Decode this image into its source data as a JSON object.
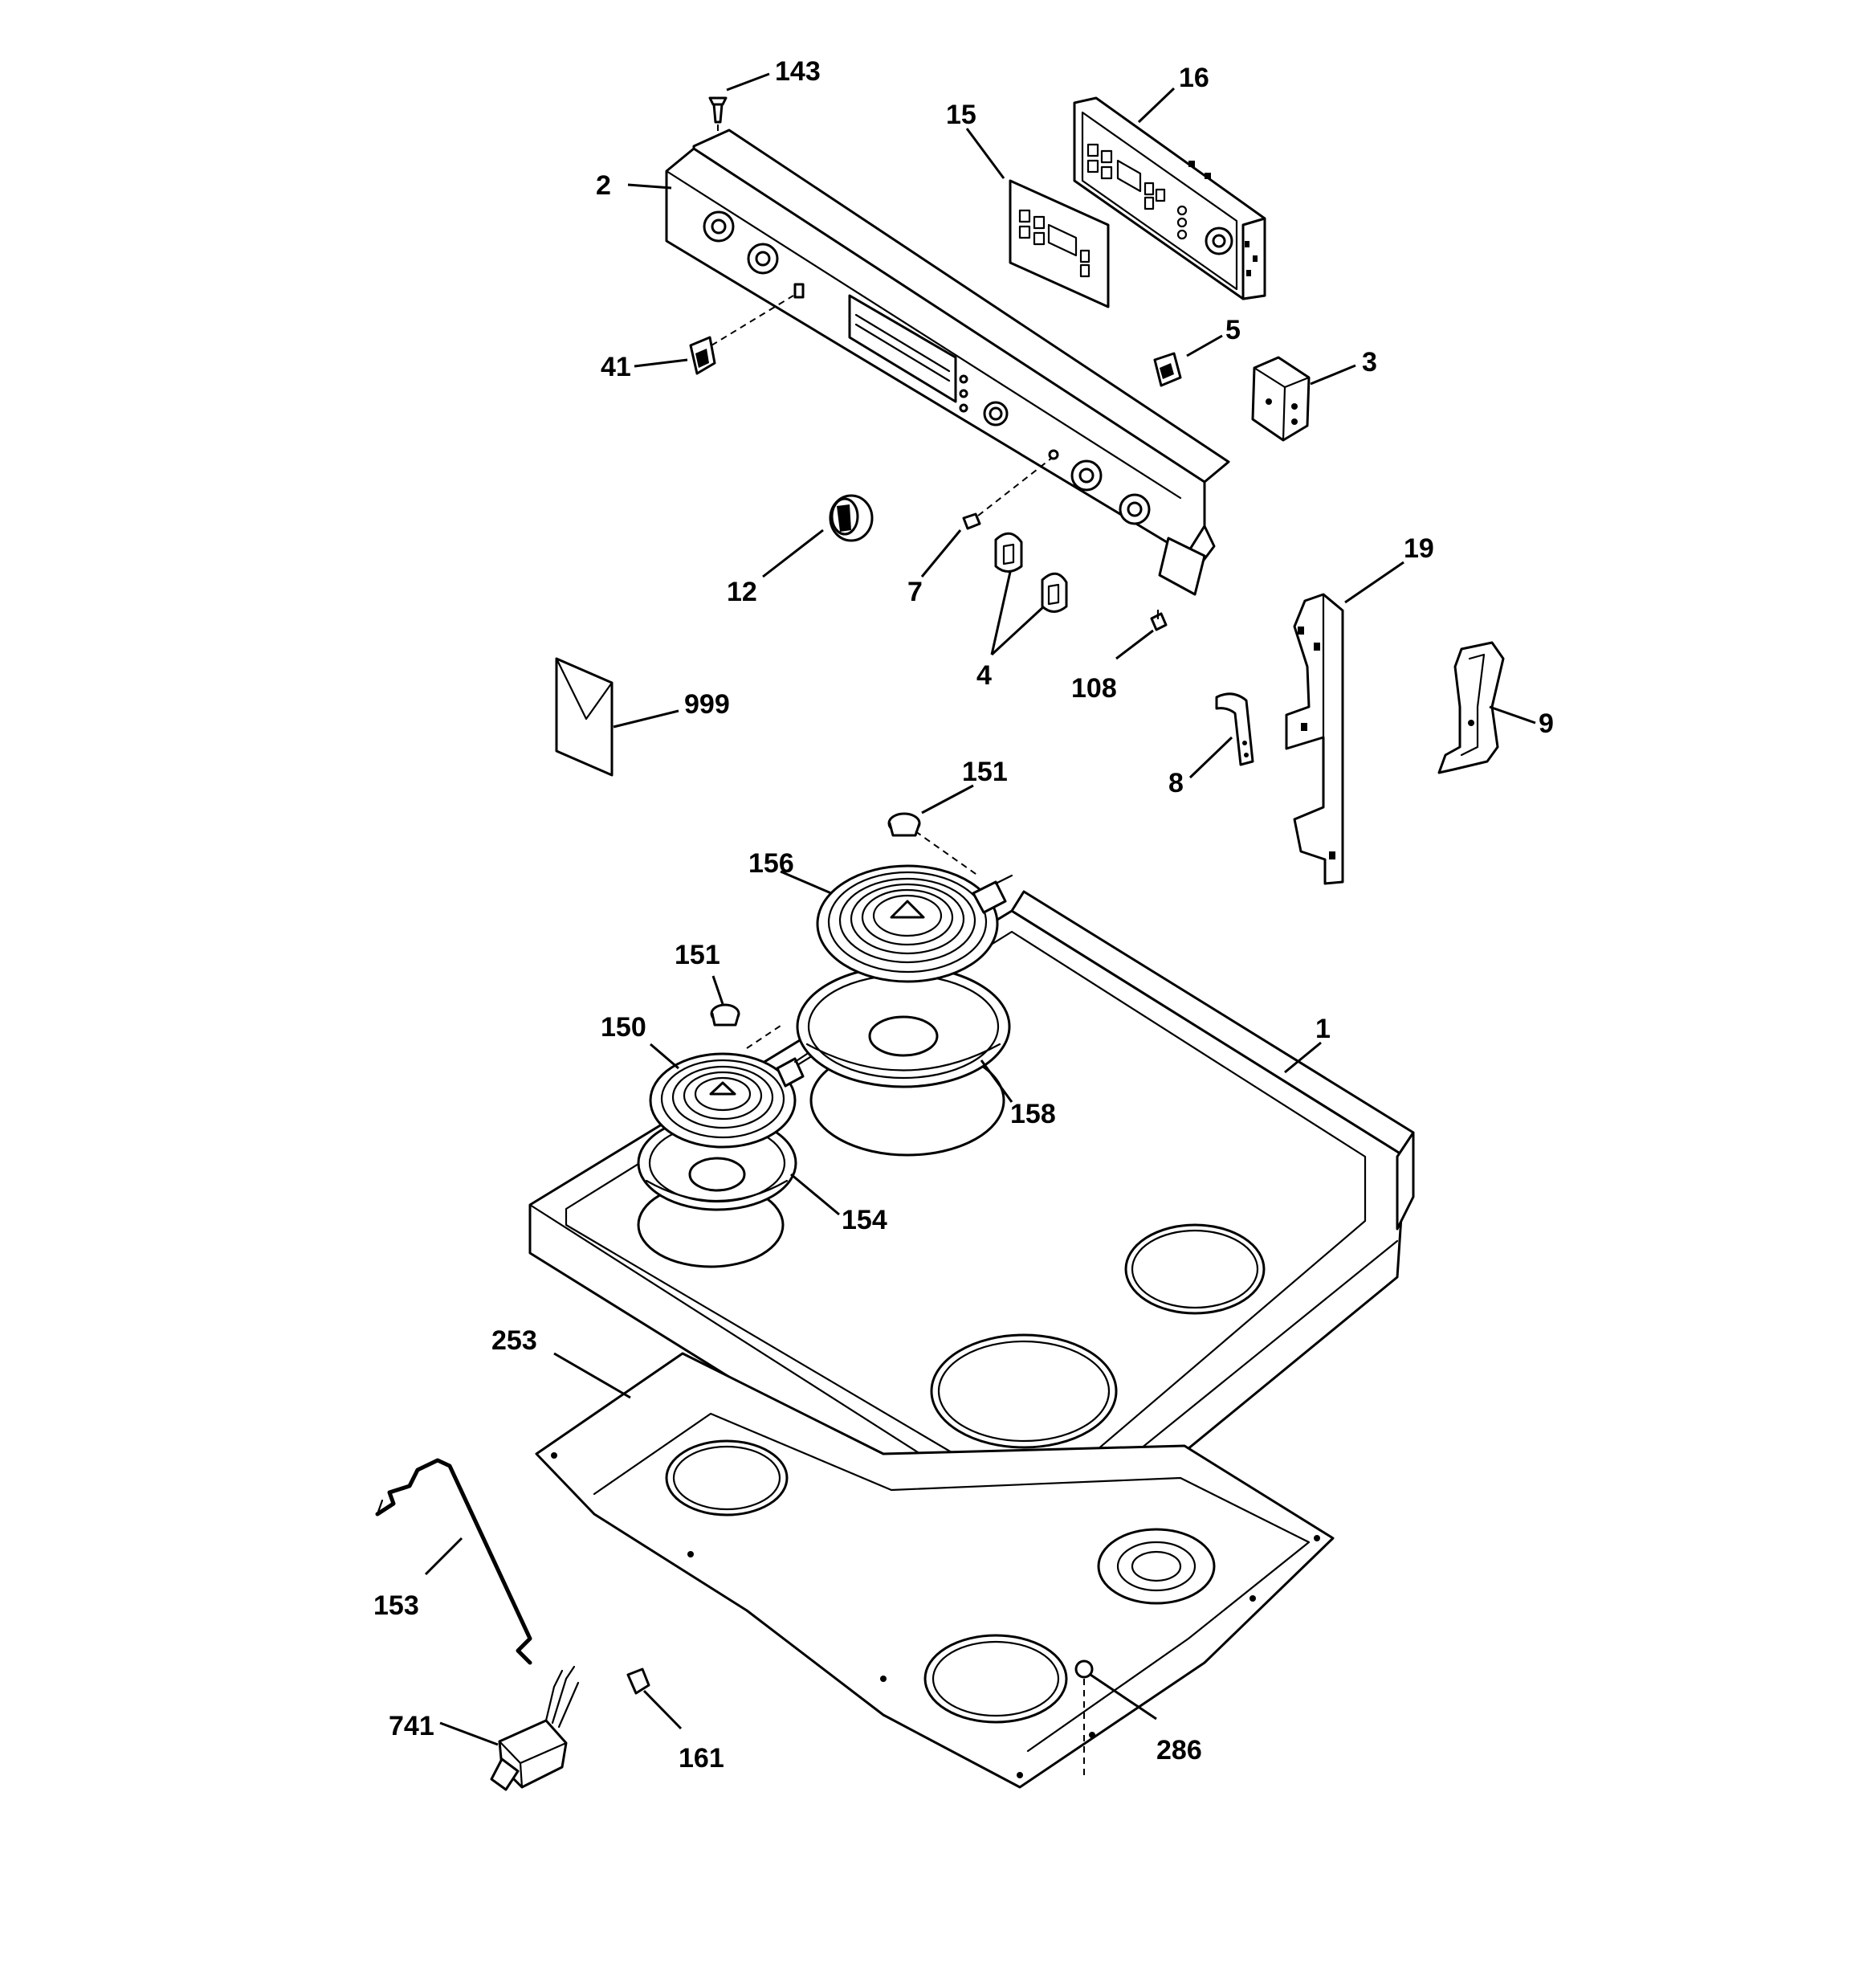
{
  "diagram": {
    "callouts": [
      {
        "id": "c143",
        "text": "143"
      },
      {
        "id": "c16",
        "text": "16"
      },
      {
        "id": "c15",
        "text": "15"
      },
      {
        "id": "c2",
        "text": "2"
      },
      {
        "id": "c5",
        "text": "5"
      },
      {
        "id": "c3",
        "text": "3"
      },
      {
        "id": "c41",
        "text": "41"
      },
      {
        "id": "c12",
        "text": "12"
      },
      {
        "id": "c7",
        "text": "7"
      },
      {
        "id": "c4",
        "text": "4"
      },
      {
        "id": "c108",
        "text": "108"
      },
      {
        "id": "c19",
        "text": "19"
      },
      {
        "id": "c9",
        "text": "9"
      },
      {
        "id": "c8",
        "text": "8"
      },
      {
        "id": "c999",
        "text": "999"
      },
      {
        "id": "c151a",
        "text": "151"
      },
      {
        "id": "c156",
        "text": "156"
      },
      {
        "id": "c151b",
        "text": "151"
      },
      {
        "id": "c150",
        "text": "150"
      },
      {
        "id": "c1",
        "text": "1"
      },
      {
        "id": "c158",
        "text": "158"
      },
      {
        "id": "c154",
        "text": "154"
      },
      {
        "id": "c253",
        "text": "253"
      },
      {
        "id": "c153",
        "text": "153"
      },
      {
        "id": "c741",
        "text": "741"
      },
      {
        "id": "c161",
        "text": "161"
      },
      {
        "id": "c286",
        "text": "286"
      }
    ]
  },
  "colors": {
    "line": "#000000",
    "background": "#ffffff"
  }
}
